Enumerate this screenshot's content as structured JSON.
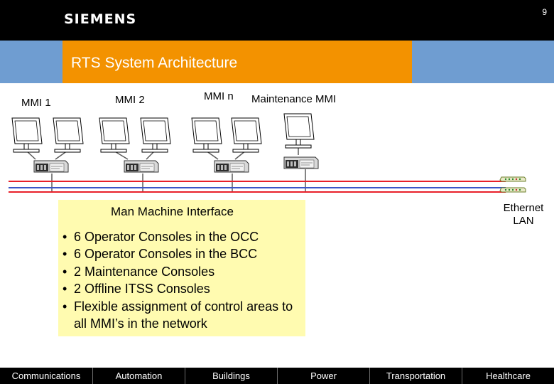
{
  "header": {
    "brand": "SIEMENS",
    "page_number": "9",
    "title": "RTS System Architecture"
  },
  "diagram": {
    "labels": {
      "mmi1": "MMI 1",
      "mmi2": "MMI 2",
      "mmin": "MMI n",
      "maint": "Maintenance MMI"
    },
    "mmi_box": {
      "title": "Man Machine Interface",
      "bullets": [
        "6 Operator Consoles in the OCC",
        "6 Operator Consoles in the BCC",
        "2 Maintenance Consoles",
        "2 Offline ITSS Consoles",
        "Flexible assignment of control areas to all MMI’s in the network"
      ]
    },
    "ethernet_label": "Ethernet LAN"
  },
  "footer": {
    "tabs": [
      "Communications",
      "Automation",
      "Buildings",
      "Power",
      "Transportation",
      "Healthcare"
    ]
  },
  "colors": {
    "header_bg": "#000000",
    "banner_blue": "#6f9dd1",
    "title_orange": "#f39200",
    "box_yellow": "#fffbb0",
    "lan_red": "#e8202a",
    "lan_blue": "#3a56c8"
  }
}
